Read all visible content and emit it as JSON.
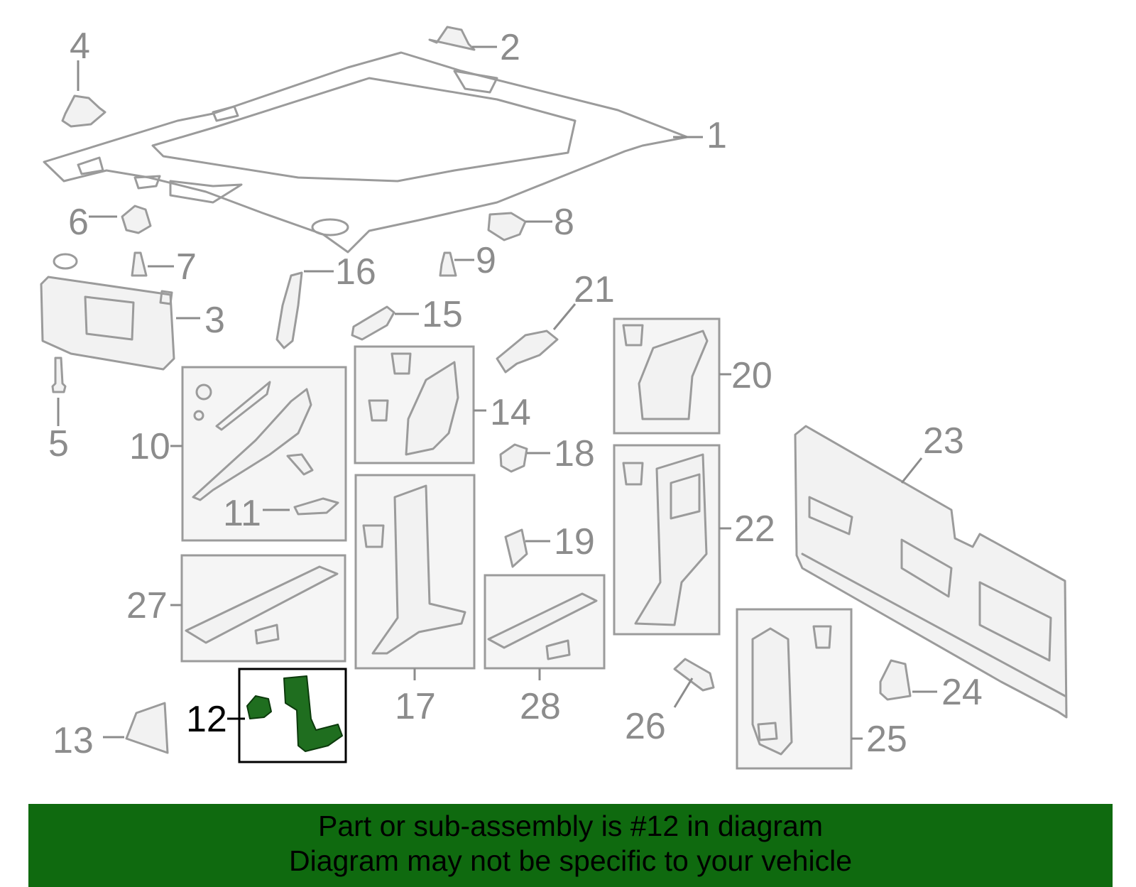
{
  "diagram": {
    "highlighted_part": "12",
    "callouts": [
      "1",
      "2",
      "3",
      "4",
      "5",
      "6",
      "7",
      "8",
      "9",
      "10",
      "11",
      "12",
      "13",
      "14",
      "15",
      "16",
      "17",
      "18",
      "19",
      "20",
      "21",
      "22",
      "23",
      "24",
      "25",
      "26",
      "27",
      "28"
    ]
  },
  "banner": {
    "line1": "Part or sub-assembly is #12 in diagram",
    "line2": "Diagram may not be specific to your vehicle",
    "background": "#0f6a0f",
    "highlight_color": "#1f6e1f"
  }
}
